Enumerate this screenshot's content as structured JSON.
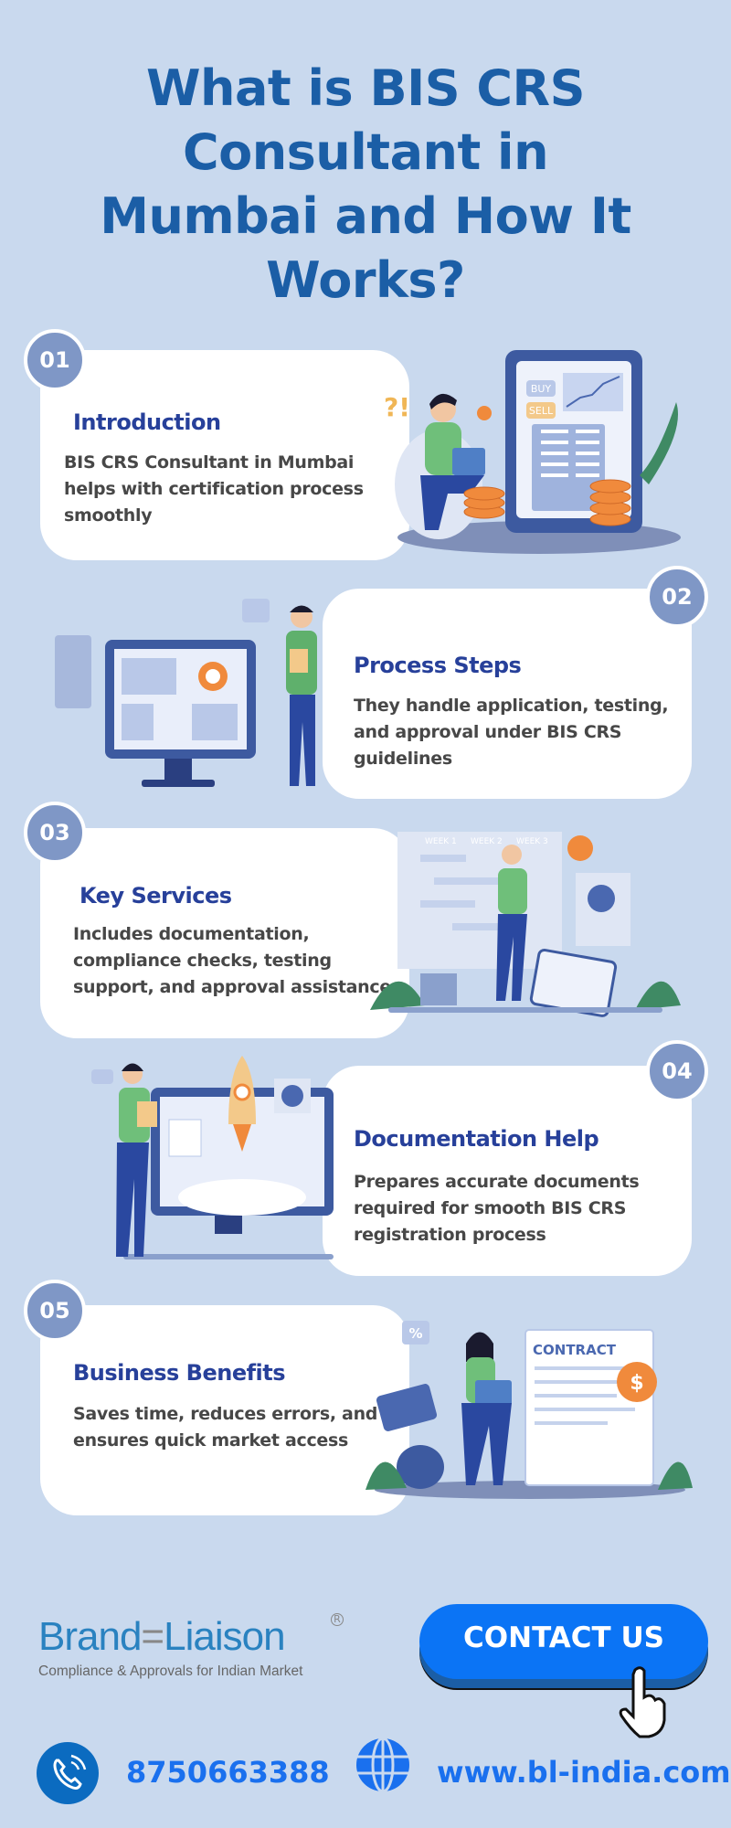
{
  "title_lines": [
    "What is BIS CRS",
    "Consultant in",
    "Mumbai and How It",
    "Works?"
  ],
  "sections": [
    {
      "number": "01",
      "heading": "Introduction",
      "body": "BIS CRS Consultant in Mumbai helps with certification process smoothly",
      "illustration_labels": [
        "BUY",
        "SELL"
      ]
    },
    {
      "number": "02",
      "heading": "Process Steps",
      "body": "They handle application, testing, and approval under BIS CRS guidelines"
    },
    {
      "number": "03",
      "heading": "Key Services",
      "body": "Includes documentation, compliance checks, testing support, and approval assistance",
      "illustration_labels": [
        "WEEK 1",
        "WEEK 2",
        "WEEK 3"
      ]
    },
    {
      "number": "04",
      "heading": "Documentation Help",
      "body": "Prepares accurate documents required for smooth BIS CRS registration process"
    },
    {
      "number": "05",
      "heading": "Business Benefits",
      "body": "Saves time, reduces errors, and ensures quick market access",
      "illustration_labels": [
        "CONTRACT",
        "%",
        "$"
      ]
    }
  ],
  "footer": {
    "logo_left": "Brand",
    "logo_right": "Liaison",
    "tagline": "Compliance & Approvals for Indian Market",
    "contact_label": "CONTACT US",
    "phone": "8750663388",
    "website": "www.bl-india.com"
  },
  "colors": {
    "background": "#c9d9ee",
    "title": "#1b5ea6",
    "heading": "#27409a",
    "badge": "#7f97c6",
    "button": "#0b74f5"
  }
}
